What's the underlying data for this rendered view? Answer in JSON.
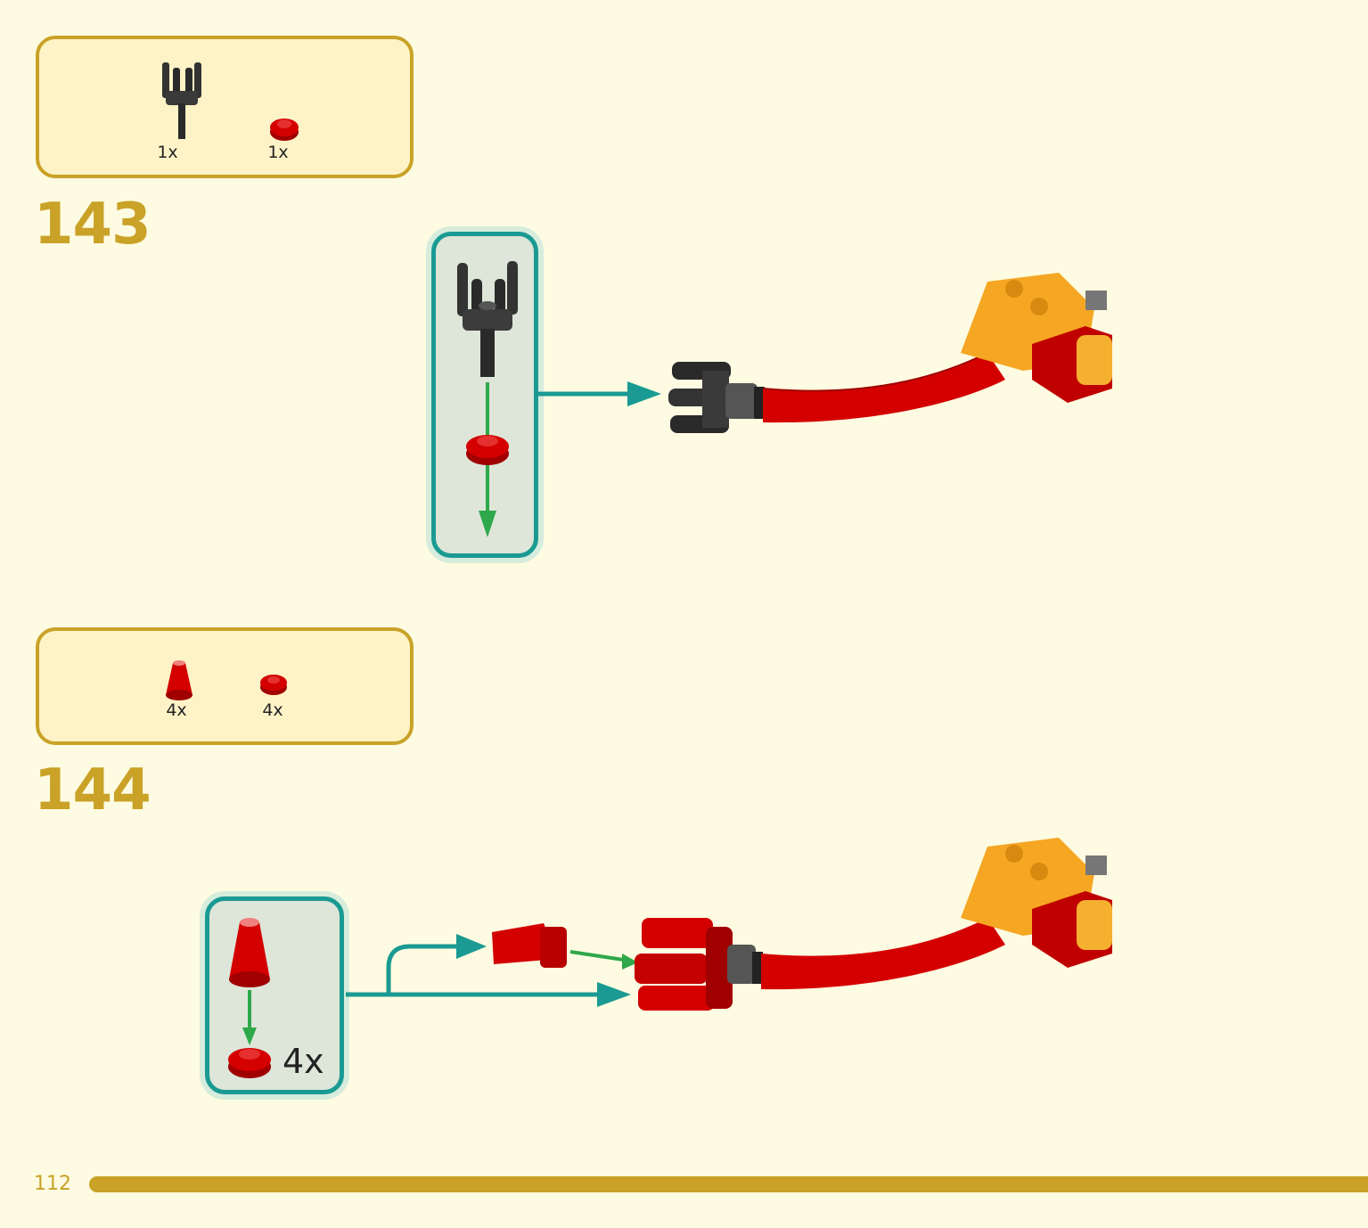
{
  "steps": [
    {
      "number": "143",
      "parts": [
        {
          "name": "black-claw-element",
          "qty": "1x",
          "color": "#2a2a2a"
        },
        {
          "name": "red-round-plate",
          "qty": "1x",
          "color": "#d40000"
        }
      ]
    },
    {
      "number": "144",
      "parts": [
        {
          "name": "red-cone",
          "qty": "4x",
          "color": "#d40000"
        },
        {
          "name": "red-round-plate",
          "qty": "4x",
          "color": "#d40000"
        }
      ],
      "subassembly_multiplier": "4x"
    }
  ],
  "page": {
    "number": "112"
  },
  "colors": {
    "background": "#fdfbe1",
    "accent_gold": "#c9a227",
    "callout_teal": "#1a9a93",
    "lego_red": "#d40000",
    "lego_orange": "#f5a623",
    "lego_black": "#2a2a2a",
    "guide_green": "#2ea84a"
  }
}
